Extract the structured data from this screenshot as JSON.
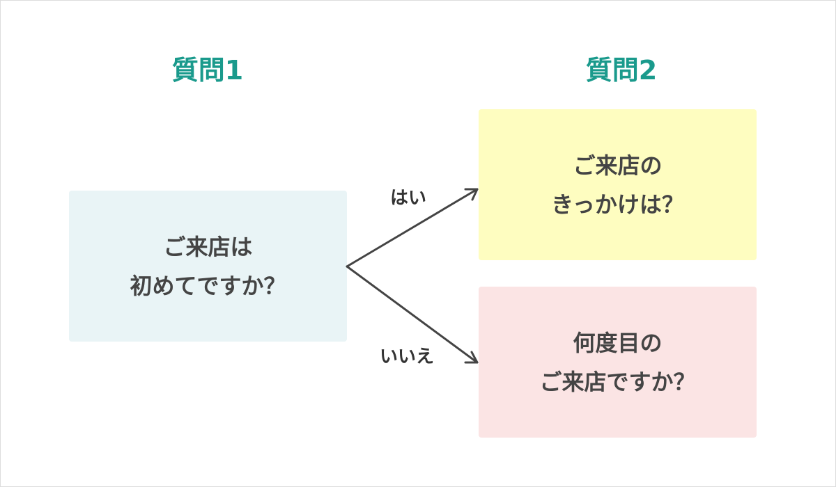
{
  "headings": {
    "left": "質問1",
    "right": "質問2"
  },
  "question1": {
    "line1": "ご来店は",
    "line2": "初めてですか？"
  },
  "answer_yes": {
    "label": "はい",
    "line1": "ご来店の",
    "line2": "きっかけは？"
  },
  "answer_no": {
    "label": "いいえ",
    "line1": "何度目の",
    "line2": "ご来店ですか？"
  },
  "colors": {
    "heading": "#1a9a8c",
    "box_q1": "#e9f4f6",
    "box_yes": "#fefdc0",
    "box_no": "#fbe4e4",
    "text": "#444444",
    "arrow": "#444444"
  }
}
